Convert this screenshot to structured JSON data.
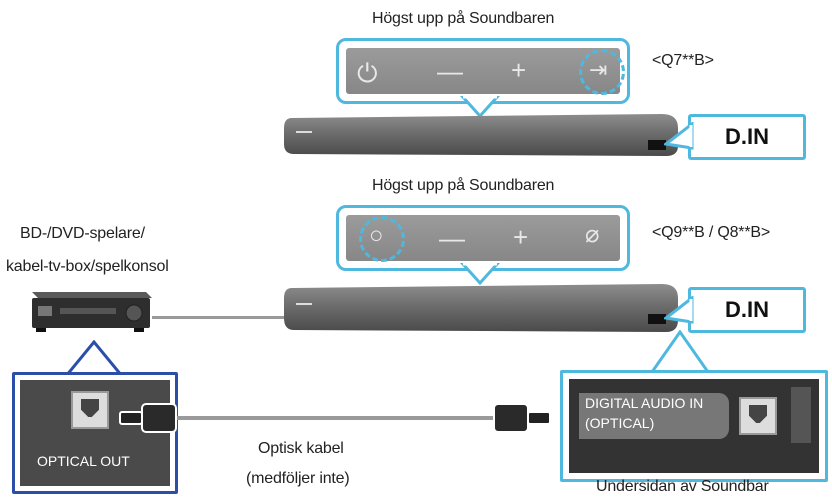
{
  "top": {
    "heading": "Högst upp på Soundbaren",
    "model": "<Q7**B>",
    "buttons": [
      {
        "icon": "power-icon",
        "glyph": "⏻"
      },
      {
        "icon": "minus-icon",
        "glyph": "—"
      },
      {
        "icon": "plus-icon",
        "glyph": "+"
      },
      {
        "icon": "source-input-icon",
        "glyph": "⇥",
        "highlighted": true
      }
    ],
    "callout": "D.IN"
  },
  "middle": {
    "heading": "Högst upp på Soundbaren",
    "model": "<Q9**B / Q8**B>",
    "buttons": [
      {
        "icon": "multifunction-circle-icon",
        "glyph": "○",
        "highlighted": true
      },
      {
        "icon": "minus-icon",
        "glyph": "—"
      },
      {
        "icon": "plus-icon",
        "glyph": "+"
      },
      {
        "icon": "mic-off-icon",
        "glyph": "⌀"
      }
    ],
    "callout": "D.IN"
  },
  "player": {
    "label_line1": "BD-/DVD-spelare/",
    "label_line2": "kabel-tv-box/spelkonsol",
    "port_label": "OPTICAL OUT"
  },
  "cable": {
    "label_line1": "Optisk kabel",
    "label_line2": "(medföljer inte)"
  },
  "soundbar_bottom": {
    "port_label_line1": "DIGITAL AUDIO IN",
    "port_label_line2": "(OPTICAL)",
    "caption": "Undersidan av Soundbar"
  },
  "colors": {
    "accent": "#4fb8de",
    "outline_blue": "#2b4fa8",
    "device_dark": "#3a3a3a"
  }
}
